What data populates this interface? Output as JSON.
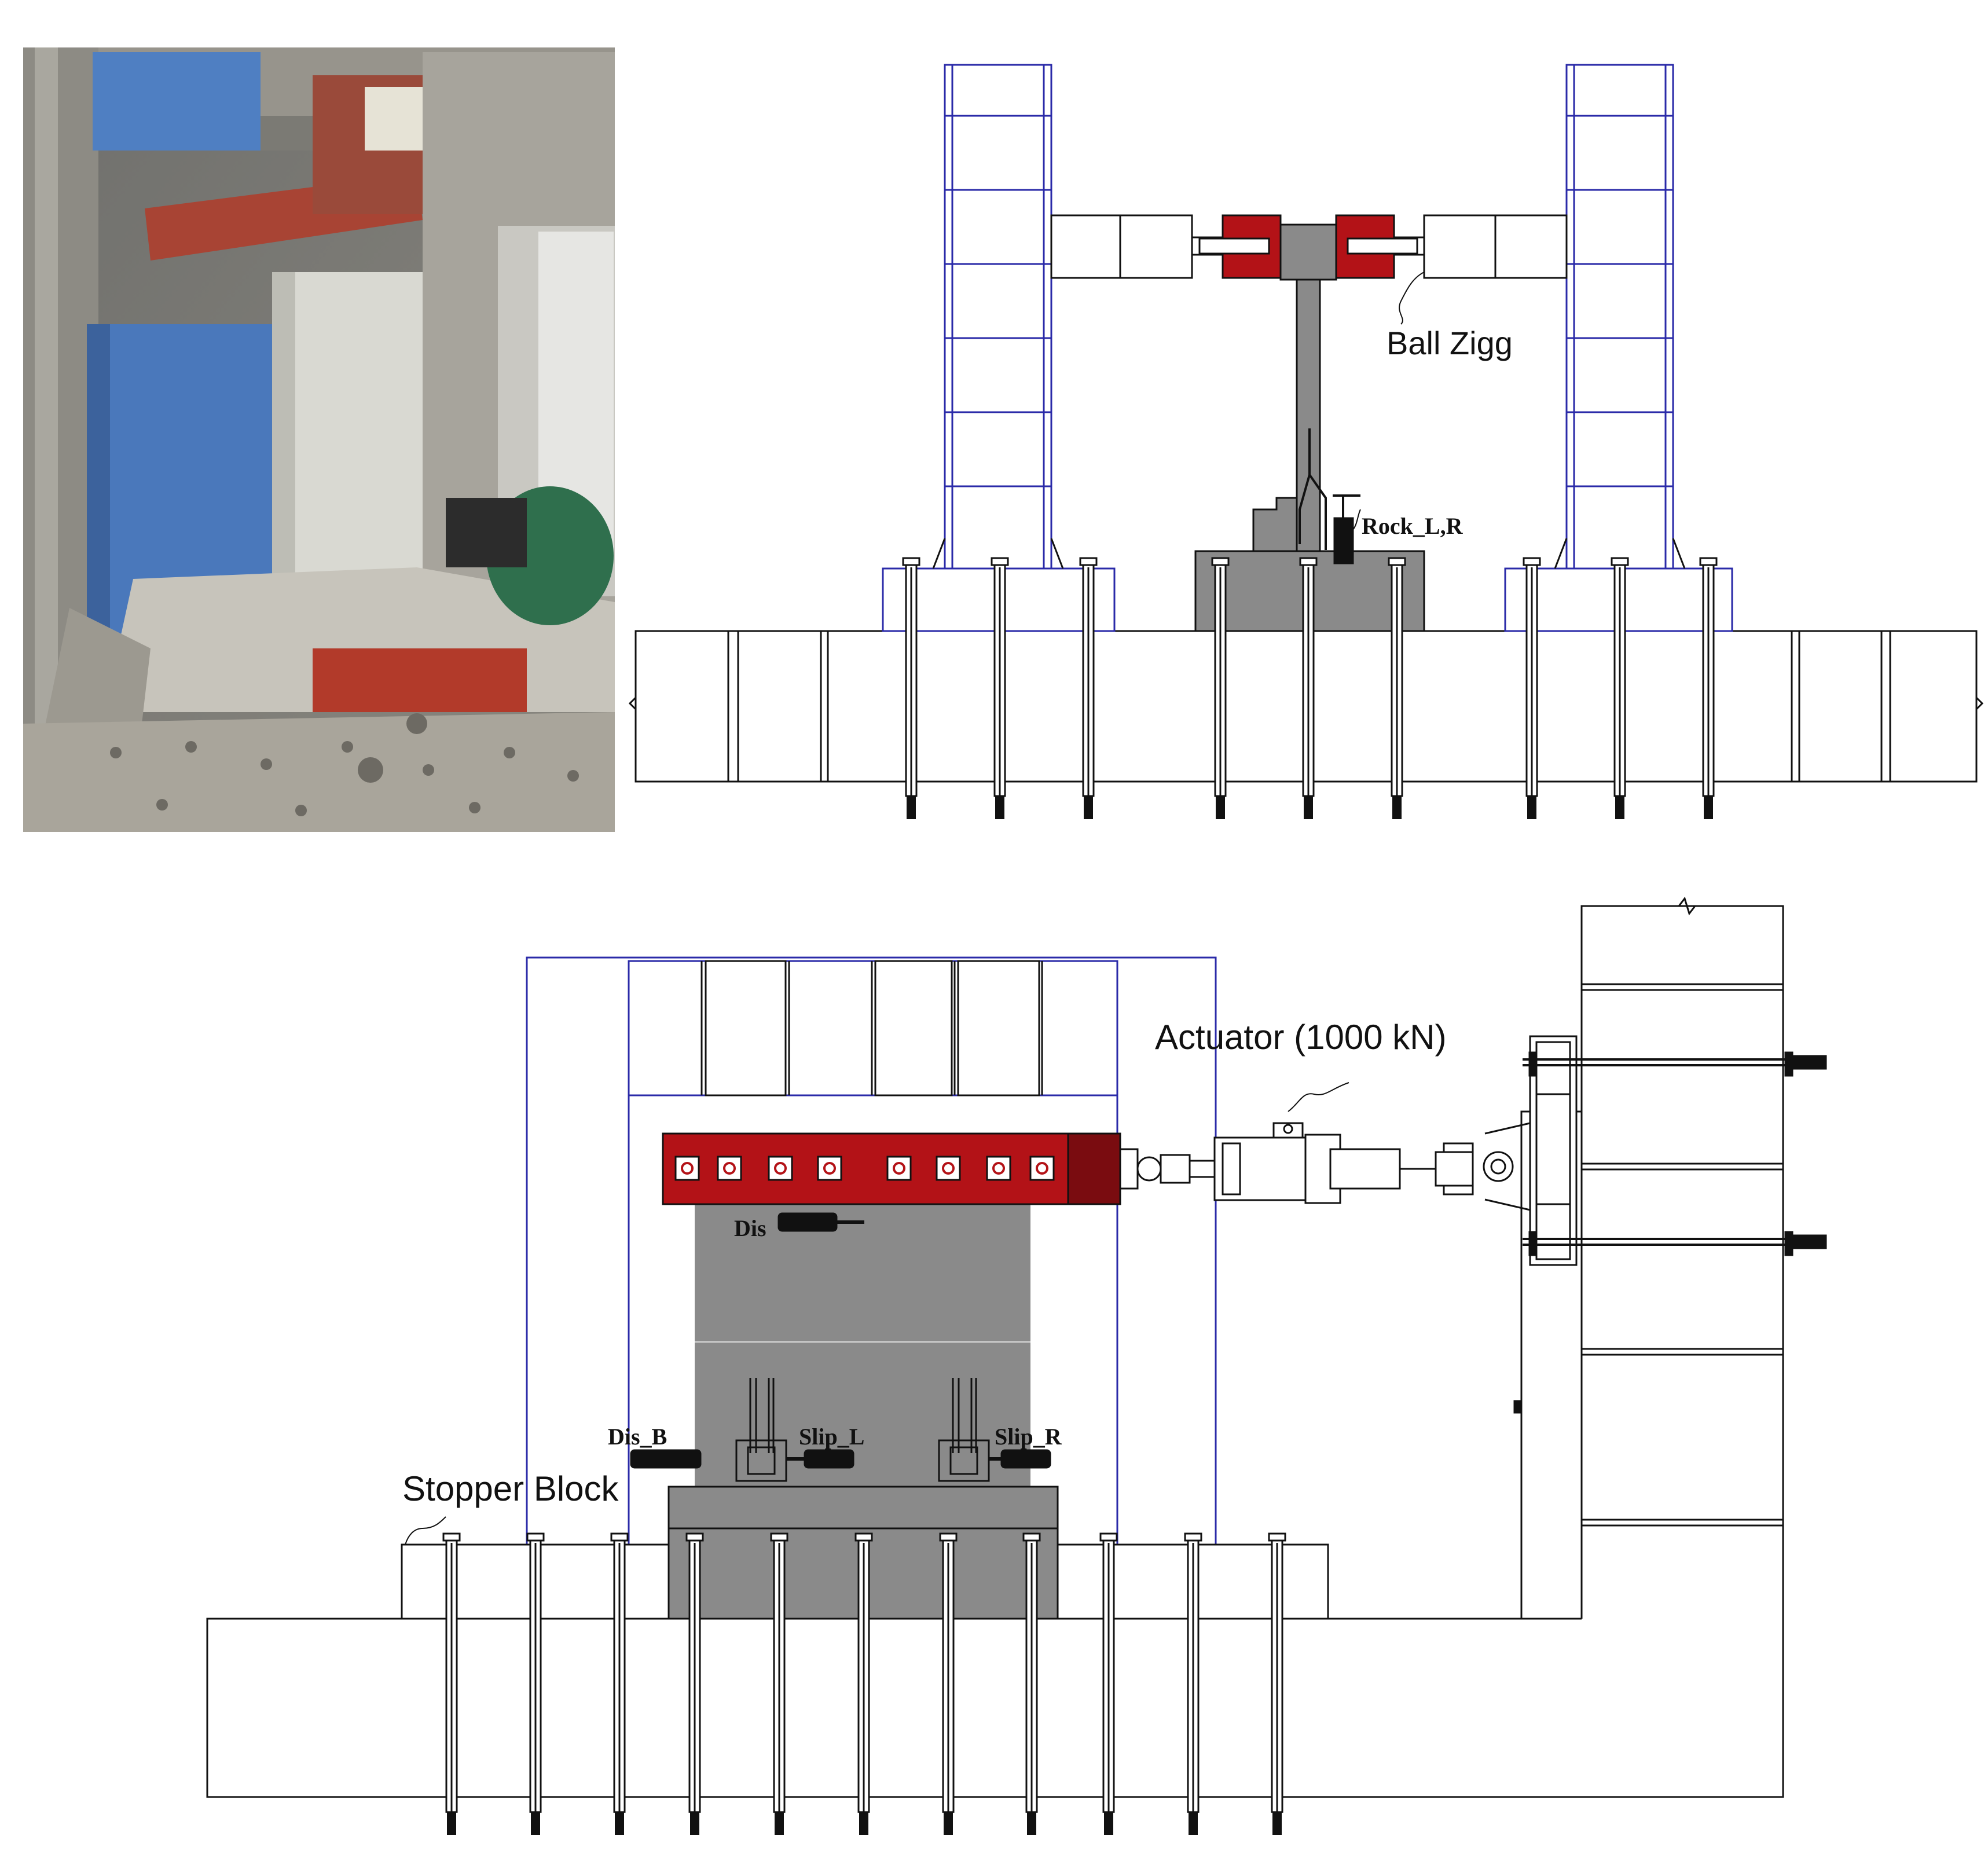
{
  "labels": {
    "ball_zigg": "Ball Zigg",
    "rock_lr": "Rock_L,R",
    "actuator": "Actuator (1000 kN)",
    "dis": "Dis",
    "dis_b": "Dis_B",
    "slip_l": "Slip_L",
    "slip_r": "Slip_R",
    "stopper_block": "Stopper Block"
  },
  "colors": {
    "frame_blue": "#2a2aa8",
    "specimen_gray": "#8a8a8a",
    "steel_red": "#b31217",
    "line": "#111111"
  }
}
